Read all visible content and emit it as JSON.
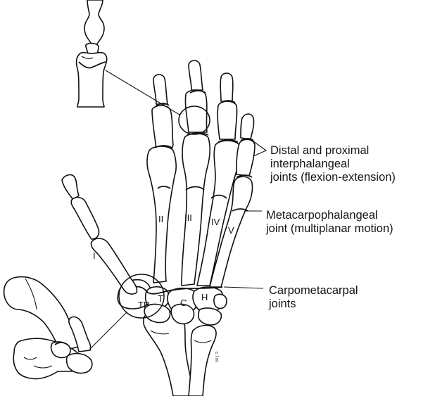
{
  "labels": {
    "interphalangeal": [
      "Distal and proximal",
      "interphalangeal",
      "joints (flexion-extension)"
    ],
    "metacarpophalangeal": [
      "Metacarpophalangeal",
      "joint (multiplanar motion)"
    ],
    "carpometacarpal": [
      "Carpometacarpal",
      "joints"
    ]
  },
  "digits": [
    "I",
    "II",
    "III",
    "IV",
    "V"
  ],
  "bones": [
    "TP",
    "T",
    "C",
    "H"
  ],
  "signature": "c l m"
}
